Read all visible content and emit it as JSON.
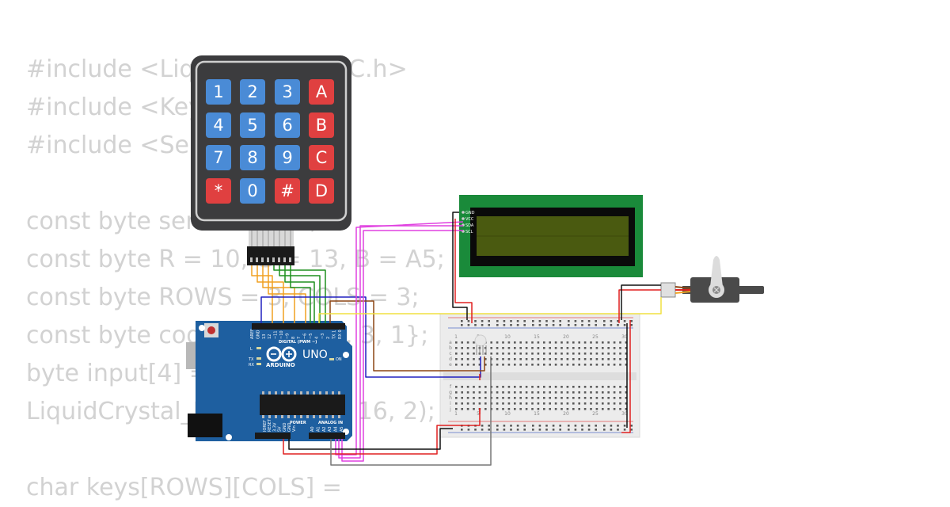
{
  "code_lines": [
    "#include <LiquidCrystal_I2C.h>",
    "#include <Keypad.h>",
    "#include <Servo.h>",
    "",
    "const byte servoPin = 9;",
    "const byte R = 10, G = 13, B = A5;",
    "const byte ROWS = 3, COLS = 3;",
    "const byte code[4] = {1, 2, 3, 1};",
    "byte input[4] = {};",
    "LiquidCrystal_I2C lcd(0x27, 16, 2);",
    "",
    "char keys[ROWS][COLS] ="
  ],
  "keypad": {
    "keys": [
      [
        "1",
        "2",
        "3",
        "A"
      ],
      [
        "4",
        "5",
        "6",
        "B"
      ],
      [
        "7",
        "8",
        "9",
        "C"
      ],
      [
        "*",
        "0",
        "#",
        "D"
      ]
    ],
    "colors": {
      "number": "#4a8bd6",
      "letter": "#e04040",
      "star": "#e04040",
      "body": "#3c3c3e"
    }
  },
  "arduino": {
    "brand": "ARDUINO",
    "model": "UNO",
    "digital_label": "DIGITAL (PWM ~)",
    "power_label": "POWER",
    "analog_label": "ANALOG IN",
    "led_labels": [
      "L",
      "TX",
      "RX"
    ],
    "on_label": "ON",
    "pin_labels_top": [
      "AREF",
      "GND",
      "13",
      "12",
      "~11",
      "~10",
      "~9",
      "8",
      "7",
      "~6",
      "~5",
      "4",
      "~3",
      "2",
      "TX 1",
      "RX 0"
    ],
    "pin_labels_power": [
      "IOREF",
      "RESET",
      "3.3V",
      "5V",
      "GND",
      "GND",
      "Vin"
    ],
    "pin_labels_analog": [
      "A0",
      "A1",
      "A2",
      "A3",
      "A4",
      "A5"
    ]
  },
  "lcd": {
    "pins": [
      "GND",
      "VCC",
      "SDA",
      "SCL"
    ]
  },
  "breadboard": {
    "column_numbers": [
      "1",
      "5",
      "10",
      "15",
      "20",
      "25",
      "30"
    ],
    "row_letters_top": [
      "a",
      "b",
      "c",
      "d",
      "e"
    ],
    "row_letters_bottom": [
      "f",
      "g",
      "h",
      "i",
      "j"
    ]
  },
  "colors": {
    "wire_green": "#1f8f1f",
    "wire_orange": "#f0a020",
    "wire_magenta": "#e040e0",
    "wire_blue": "#2020c0",
    "wire_brown": "#8b4513",
    "wire_yellow": "#f0e040",
    "wire_red": "#e02020",
    "wire_black": "#111111",
    "wire_gray": "#777777",
    "arduino_blue": "#1e5fa0",
    "lcd_green": "#1a8a3a",
    "lcd_screen": "#4a5a10"
  }
}
